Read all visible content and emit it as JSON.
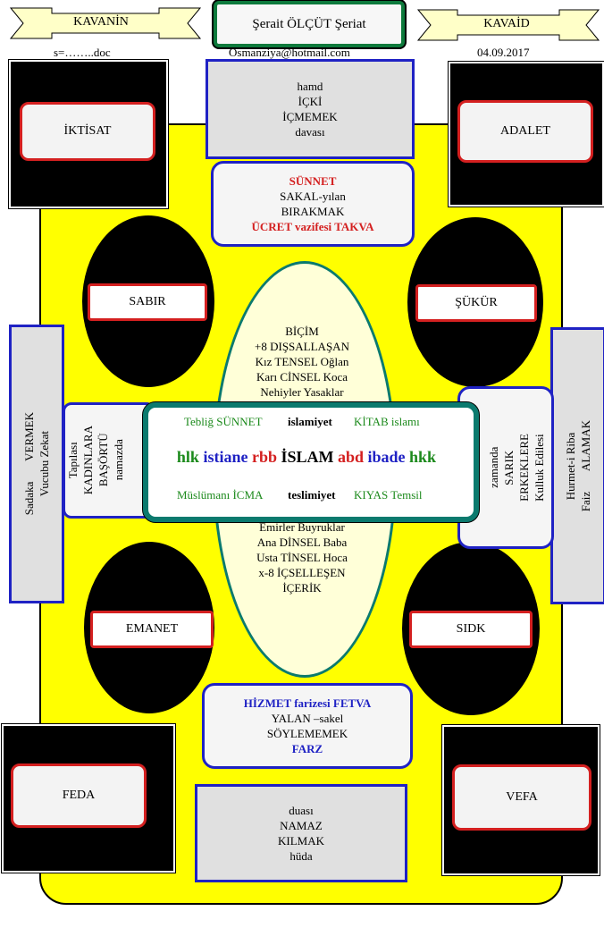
{
  "header": {
    "left_ribbon": "KAVANİN",
    "title": "Şerait ÖLÇÜT Şeriat",
    "right_ribbon": "KAVAİD",
    "file_name": "s=……..doc",
    "email": "Osmanziya@hotmail.com",
    "date": "04.09.2017"
  },
  "corners": {
    "top_left": "İKTİSAT",
    "top_right": "ADALET",
    "bottom_left": "FEDA",
    "bottom_right": "VEFA"
  },
  "ovals": {
    "sabir": "SABIR",
    "sukur": "ŞÜKÜR",
    "emanet": "EMANET",
    "sidk": "SIDK"
  },
  "top_grey_box": [
    "hamd",
    "İÇKİ",
    "İÇMEMEK",
    "davası"
  ],
  "bottom_grey_box": [
    "duası",
    "NAMAZ",
    "KILMAK",
    "hüda"
  ],
  "sunnet_box": {
    "line1": "SÜNNET",
    "line2": "SAKAL-yılan",
    "line3": "BIRAKMAK",
    "line4": "ÜCRET vazifesi TAKVA"
  },
  "hizmet_box": {
    "line1": "HİZMET farizesi FETVA",
    "line2": "YALAN –sakel",
    "line3": "SÖYLEMEMEK",
    "line4": "FARZ"
  },
  "big_oval_top": [
    "BİÇİM",
    "+8 DIŞSALLAŞAN",
    "Kız TENSEL Oğlan",
    "Karı CİNSEL Koca",
    "Nehiyler Yasaklar"
  ],
  "big_oval_bottom": [
    "Emirler Buyruklar",
    "Ana DİNSEL Baba",
    "Usta TİNSEL Hoca",
    "x-8 İÇSELLEŞEN",
    "İÇERİK"
  ],
  "center_box": {
    "row1_left": "Tebliğ SÜNNET",
    "row1_mid": "islamiyet",
    "row1_right": "KİTAB islamı",
    "row2_hlk": "hlk",
    "row2_istiane": "istiane",
    "row2_rbb": "rbb",
    "row2_islam": "İSLAM",
    "row2_abd": "abd",
    "row2_ibade": "ibade",
    "row2_hkk": "hkk",
    "row3_left": "Müslümanı İCMA",
    "row3_mid": "teslimiyet",
    "row3_right": "KIYAS Temsil"
  },
  "left_side_box": [
    "Sadaka",
    "VERMEK",
    "Vucubu Zekat"
  ],
  "right_side_box": [
    "Hurmet-i Riba",
    "Faiz",
    "ALAMAK"
  ],
  "left_inner_box": [
    "Tapılası",
    "KADINLARA",
    "BAŞÖRTÜ",
    "namazda"
  ],
  "right_inner_box": [
    "zamanda",
    "SARIK",
    "ERKEKLERE",
    "Kulluk Edilesi"
  ],
  "colors": {
    "yellow": "#ffff00",
    "red": "#d42020",
    "blue": "#1f22c4",
    "green": "#1c8a1c",
    "teal": "#0b7a6e",
    "grey_box": "#e0e0e0",
    "cream": "#ffffd8"
  }
}
